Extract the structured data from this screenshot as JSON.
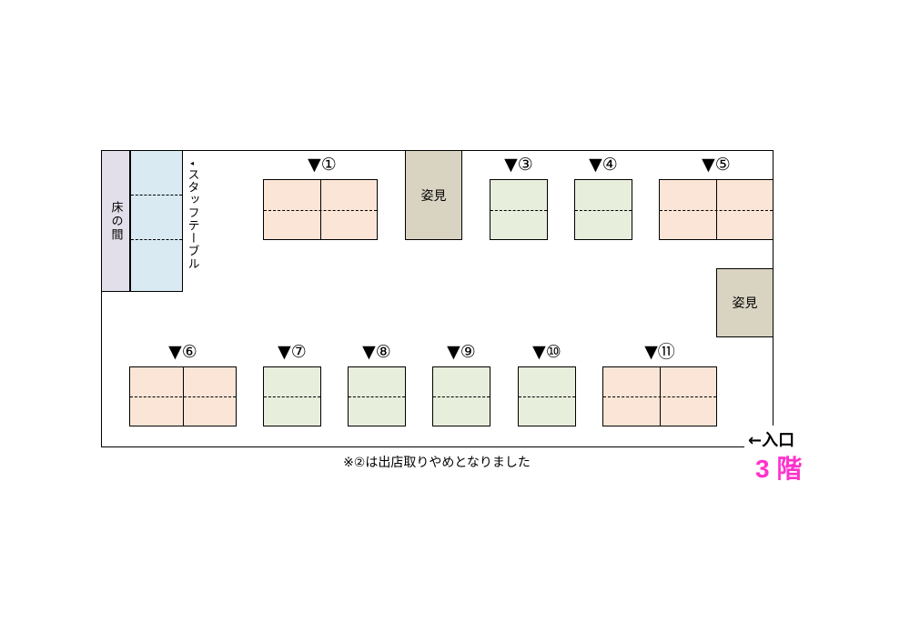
{
  "room": {
    "tokonoma_label": "床の間",
    "staff_arrow": "◂",
    "staff_table_label": "スタッフテーブル",
    "mirror_label": "姿見",
    "note": "※②は出店取りやめとなりました",
    "entrance_label": "←入口",
    "floor_label": "3 階"
  },
  "booths": [
    {
      "label": "▼①",
      "color": "orange"
    },
    {
      "label": "▼③",
      "color": "green"
    },
    {
      "label": "▼④",
      "color": "green"
    },
    {
      "label": "▼⑤",
      "color": "orange"
    },
    {
      "label": "▼⑥",
      "color": "orange"
    },
    {
      "label": "▼⑦",
      "color": "green"
    },
    {
      "label": "▼⑧",
      "color": "green"
    },
    {
      "label": "▼⑨",
      "color": "green"
    },
    {
      "label": "▼⑩",
      "color": "green"
    },
    {
      "label": "▼⑪",
      "color": "orange"
    }
  ],
  "colors": {
    "orange_booth": "#fbe5d6",
    "green_booth": "#e8eedc",
    "tokonoma": "#e3dfea",
    "staff_table": "#d9eaf2",
    "mirror": "#d9d3c2",
    "floor_label": "#ff33cc"
  }
}
